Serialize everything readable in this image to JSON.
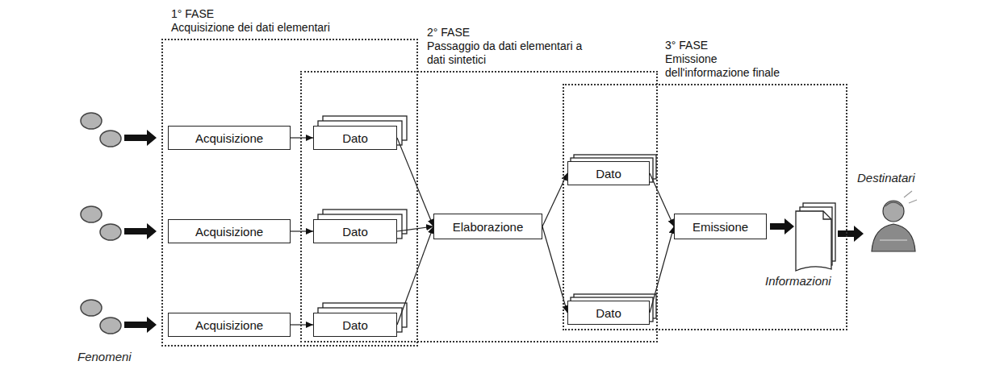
{
  "diagram": {
    "nodes": [
      {
        "text": [
          "1° FASE",
          "Acquisizione dei dati elementari"
        ]
      },
      {
        "text": [
          "Acquisizione"
        ],
        "in": 0
      },
      {
        "text": [
          "Acquisizione"
        ],
        "in": 0
      },
      {
        "text": [
          "Acquisizione"
        ],
        "in": 0
      },
      {
        "text": [
          "2° FASE",
          "Passaggio da dati elementari a dati sintetici"
        ]
      },
      {
        "text": [
          "Dato"
        ],
        "in": 4
      },
      {
        "text": [
          "Dato"
        ],
        "in": 4
      },
      {
        "text": [
          "Dato"
        ],
        "in": 4
      },
      {
        "text": [
          "Elaborazione"
        ],
        "in": 4
      },
      {
        "text": [
          "3° FASE",
          "Emissione dell'informazione finale"
        ]
      },
      {
        "text": [
          "Dato"
        ],
        "in": 9
      },
      {
        "text": [
          "Dato"
        ],
        "in": 9
      },
      {
        "text": [
          "Emissione"
        ],
        "in": 9
      }
    ],
    "edges": [
      {
        "from": 1,
        "to": 5,
        "arrow": "to"
      },
      {
        "from": 2,
        "to": 6,
        "arrow": "to"
      },
      {
        "from": 3,
        "to": 7,
        "arrow": "to"
      },
      {
        "from": 5,
        "to": 8,
        "arrow": "to"
      },
      {
        "from": 6,
        "to": 8,
        "arrow": "to"
      },
      {
        "from": 7,
        "to": 8,
        "arrow": "to"
      },
      {
        "from": 8,
        "to": 10,
        "arrow": "to"
      },
      {
        "from": 8,
        "to": 11,
        "arrow": "to"
      },
      {
        "from": 10,
        "to": 12,
        "arrow": "to"
      },
      {
        "from": 11,
        "to": 12,
        "arrow": "to"
      }
    ],
    "labels": [
      "Fenomeni",
      "Informazioni",
      "Destinatari"
    ]
  }
}
